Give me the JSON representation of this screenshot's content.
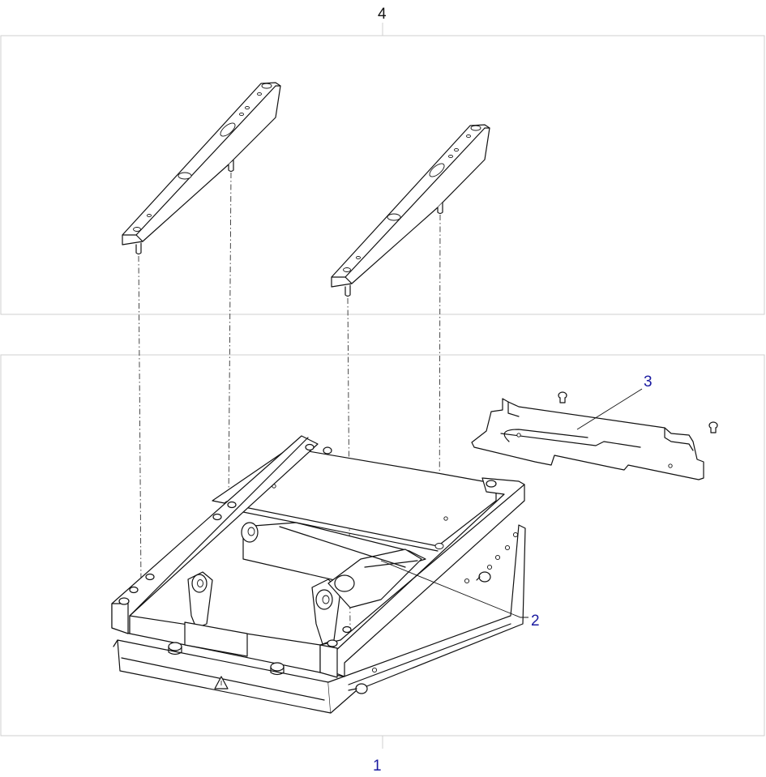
{
  "callouts": {
    "top": "4",
    "bottom": "1",
    "plate": "3",
    "mechanism": "2"
  },
  "colors": {
    "callout_top": "#111111",
    "callout_blue": "#1a1aa0",
    "line": "#111111",
    "panel_border": "#cfcfcf"
  }
}
